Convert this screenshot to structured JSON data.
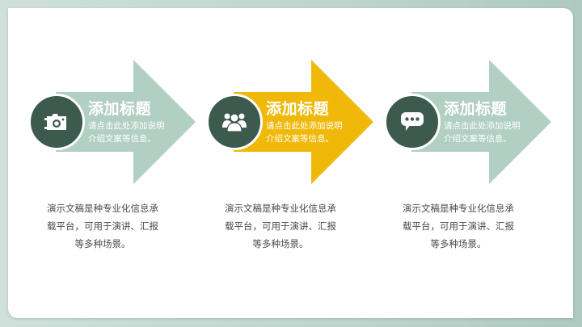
{
  "colors": {
    "background": "#bdd5cc",
    "card": "#ffffff",
    "circle": "#3d5a4f",
    "arrow_mint": "#b2cfc4",
    "arrow_yellow": "#f0b90a",
    "text_white": "#ffffff",
    "text_body": "#4a4a4a"
  },
  "steps": [
    {
      "icon": "camera-icon",
      "arrow_color": "#b2cfc4",
      "title": "添加标题",
      "subtitle_line1": "请点击此处添加说明",
      "subtitle_line2": "介绍文案等信息。",
      "desc_line1": "演示文稿是种专业化信息承",
      "desc_line2": "载平台，可用于演讲、汇报",
      "desc_line3": "等多种场景。"
    },
    {
      "icon": "users-group-icon",
      "arrow_color": "#f0b90a",
      "title": "添加标题",
      "subtitle_line1": "请点击此处添加说明",
      "subtitle_line2": "介绍文案等信息。",
      "desc_line1": "演示文稿是种专业化信息承",
      "desc_line2": "载平台，可用于演讲、汇报",
      "desc_line3": "等多种场景。"
    },
    {
      "icon": "chat-bubble-icon",
      "arrow_color": "#b2cfc4",
      "title": "添加标题",
      "subtitle_line1": "请点击此处添加说明",
      "subtitle_line2": "介绍文案等信息。",
      "desc_line1": "演示文稿是种专业化信息承",
      "desc_line2": "载平台，可用于演讲、汇报",
      "desc_line3": "等多种场景。"
    }
  ]
}
